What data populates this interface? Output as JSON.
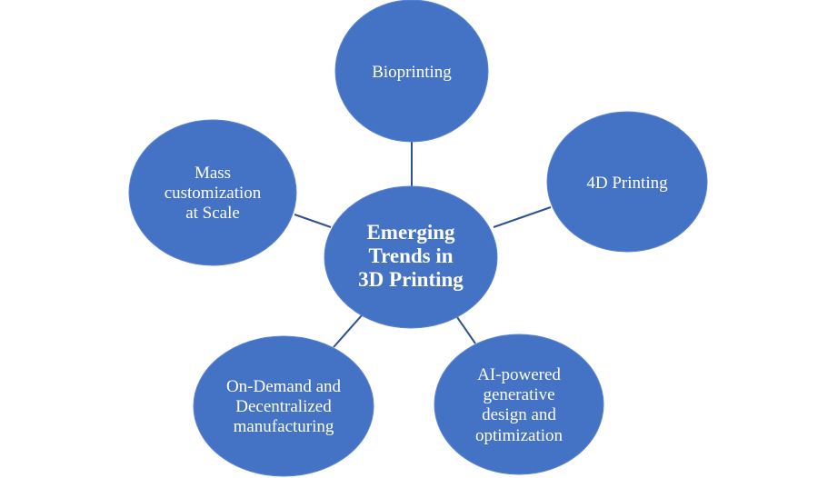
{
  "diagram": {
    "center": {
      "lines": [
        "Emerging",
        "Trends in",
        "3D Printing"
      ]
    },
    "nodes": [
      {
        "id": "bioprinting",
        "lines": [
          "Bioprinting"
        ]
      },
      {
        "id": "4d-printing",
        "lines": [
          "4D Printing"
        ]
      },
      {
        "id": "ai-powered",
        "lines": [
          "AI-powered",
          "generative",
          "design and",
          "optimization"
        ]
      },
      {
        "id": "on-demand",
        "lines": [
          "On-Demand and",
          "Decentralized",
          "manufacturing"
        ]
      },
      {
        "id": "mass-customization",
        "lines": [
          "Mass",
          "customization",
          "at Scale"
        ]
      }
    ],
    "colors": {
      "node_fill": "#4472C4",
      "connector": "#2F528F",
      "text": "#FFFFFF"
    }
  }
}
